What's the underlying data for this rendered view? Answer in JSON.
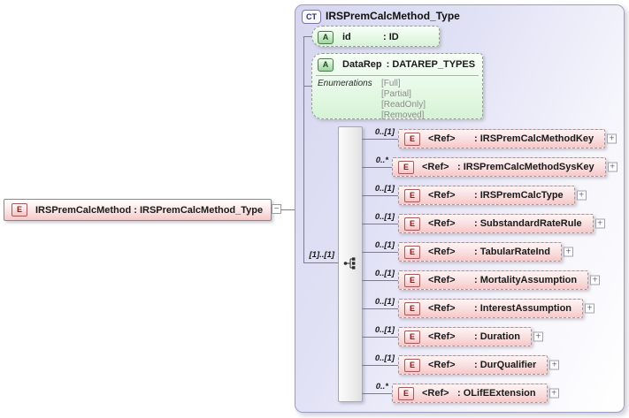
{
  "diagram": {
    "root_element": {
      "badge": "E",
      "label": "IRSPremCalcMethod : IRSPremCalcMethod_Type",
      "collapse_icon": "−"
    },
    "complex_type": {
      "badge": "CT",
      "title": "IRSPremCalcMethod_Type",
      "attributes": [
        {
          "badge": "A",
          "name": "id",
          "type_label": ": ID"
        },
        {
          "badge": "A",
          "name": "DataRep",
          "type_label": ": DATAREP_TYPES",
          "enumerations_label": "Enumerations",
          "enumerations": [
            "[Full]",
            "[Partial]",
            "[ReadOnly]",
            "[Removed]"
          ]
        }
      ],
      "sequence": {
        "cardinality": "[1]..[1]"
      },
      "elements": [
        {
          "cardinality": "0..[1]",
          "badge": "E",
          "ref": "<Ref>",
          "type_label": ": IRSPremCalcMethodKey",
          "expand_icon": "+"
        },
        {
          "cardinality": "0..*",
          "badge": "E",
          "ref": "<Ref>",
          "type_label": ": IRSPremCalcMethodSysKey",
          "expand_icon": "+"
        },
        {
          "cardinality": "0..[1]",
          "badge": "E",
          "ref": "<Ref>",
          "type_label": ": IRSPremCalcType",
          "expand_icon": "+"
        },
        {
          "cardinality": "0..[1]",
          "badge": "E",
          "ref": "<Ref>",
          "type_label": ": SubstandardRateRule",
          "expand_icon": "+"
        },
        {
          "cardinality": "0..[1]",
          "badge": "E",
          "ref": "<Ref>",
          "type_label": ": TabularRateInd",
          "expand_icon": "+"
        },
        {
          "cardinality": "0..[1]",
          "badge": "E",
          "ref": "<Ref>",
          "type_label": ": MortalityAssumption",
          "expand_icon": "+"
        },
        {
          "cardinality": "0..[1]",
          "badge": "E",
          "ref": "<Ref>",
          "type_label": ": InterestAssumption",
          "expand_icon": "+"
        },
        {
          "cardinality": "0..[1]",
          "badge": "E",
          "ref": "<Ref>",
          "type_label": ": Duration",
          "expand_icon": "+"
        },
        {
          "cardinality": "0..[1]",
          "badge": "E",
          "ref": "<Ref>",
          "type_label": ": DurQualifier",
          "expand_icon": "+"
        },
        {
          "cardinality": "0..*",
          "badge": "E",
          "ref": "<Ref>",
          "type_label": ": OLifEExtension",
          "expand_icon": "+"
        }
      ]
    },
    "colors": {
      "element_pink": "#f5c8c8",
      "attribute_green": "#d6f3d6",
      "container_lavender": "#d6d6f0",
      "badge_red_border": "#a85a5a",
      "badge_green_border": "#4a7a4a",
      "ct_border": "#9e9ec4"
    }
  }
}
